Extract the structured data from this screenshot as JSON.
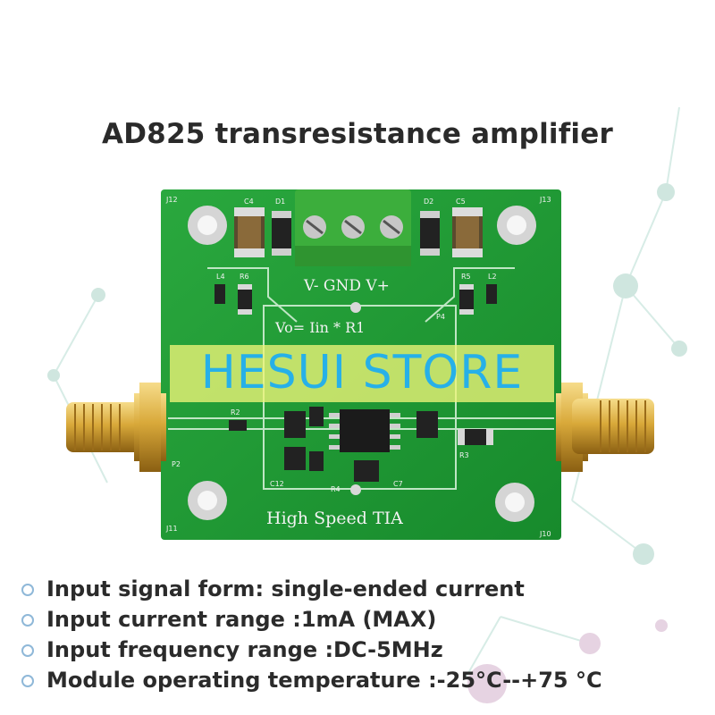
{
  "title": "AD825 transresistance amplifier",
  "watermark": "HESUI STORE",
  "board": {
    "tagline": "High Speed TIA",
    "formula": "Vo= Iin * R1",
    "terminal_labels": "V- GND V+",
    "corner_labels": [
      "J12",
      "J13",
      "J11",
      "J10"
    ],
    "component_labels": [
      "C4",
      "D1",
      "D2",
      "C5",
      "L4",
      "R6",
      "R5",
      "L2",
      "P4",
      "R2",
      "R3",
      "P2",
      "C12",
      "R4",
      "C7"
    ]
  },
  "features": [
    "Input signal form: single-ended current",
    "Input current range :1mA (MAX)",
    "Input frequency range :DC-5MHz",
    "Module operating temperature :-25°C--+75 °C"
  ],
  "colors": {
    "pcb": "#1f9a36",
    "title_text": "#2a2a2a",
    "watermark_text": "#27b0e8",
    "watermark_band": "#eef578",
    "terminal_block": "#3cae3c",
    "sma_gold": "#d9a93a"
  }
}
